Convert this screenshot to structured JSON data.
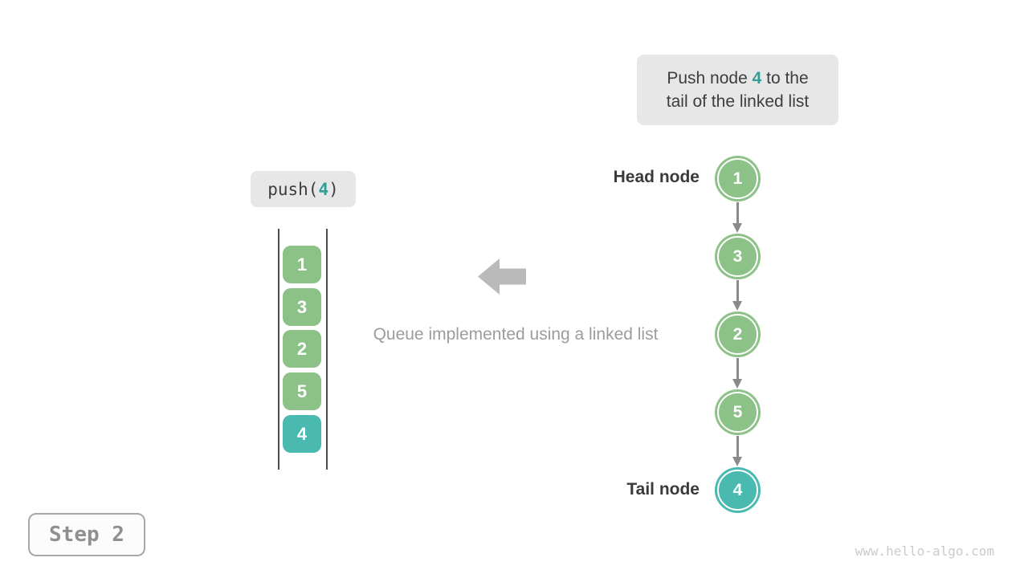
{
  "colors": {
    "green": "#8CC287",
    "teal": "#4AB9B0",
    "highlight_text": "#2F9E96"
  },
  "callout": {
    "line1_prefix": "Push node ",
    "highlight": "4",
    "line1_suffix": " to the",
    "line2": "tail of the linked list"
  },
  "push_call": {
    "prefix": "push(",
    "arg": "4",
    "suffix": ")"
  },
  "queue": {
    "cells": [
      {
        "value": "1",
        "color": "green"
      },
      {
        "value": "3",
        "color": "green"
      },
      {
        "value": "2",
        "color": "green"
      },
      {
        "value": "5",
        "color": "green"
      },
      {
        "value": "4",
        "color": "teal"
      }
    ]
  },
  "caption": "Queue implemented using a linked list",
  "linked_list": {
    "head_label": "Head node",
    "tail_label": "Tail node",
    "nodes": [
      {
        "value": "1",
        "color": "green"
      },
      {
        "value": "3",
        "color": "green"
      },
      {
        "value": "2",
        "color": "green"
      },
      {
        "value": "5",
        "color": "green"
      },
      {
        "value": "4",
        "color": "teal"
      }
    ]
  },
  "step_badge": "Step 2",
  "watermark": "www.hello-algo.com"
}
